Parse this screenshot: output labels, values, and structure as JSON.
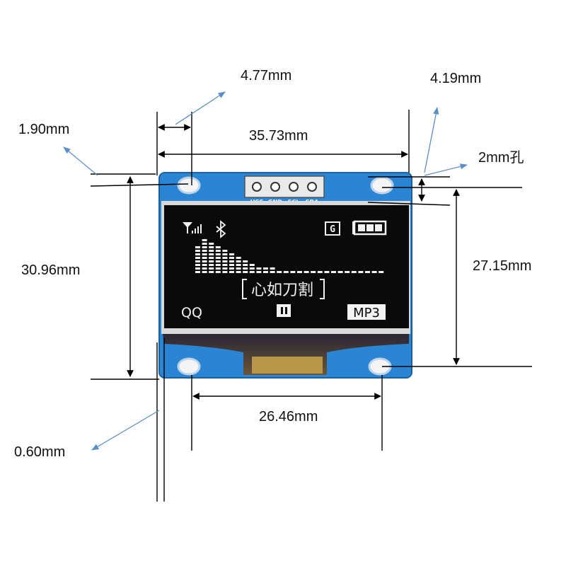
{
  "dimensions": {
    "hole_offset_x": "4.77mm",
    "hole_offset_y": "1.90mm",
    "total_width": "35.73mm",
    "hole_offset_right": "4.19mm",
    "hole_diameter": "2mm孔",
    "total_height": "30.96mm",
    "hole_spacing_v": "27.15mm",
    "hole_spacing_h": "26.46mm",
    "board_edge": "0.60mm"
  },
  "header_pins": [
    "VCC",
    "GND",
    "SCL",
    "SDA"
  ],
  "screen": {
    "center_text": "心如刀割",
    "left_label": "QQ",
    "right_label": "MP3",
    "equalizer_levels": [
      8,
      10,
      9,
      8,
      7,
      6,
      5,
      4,
      3,
      2,
      2,
      2,
      1,
      1,
      1,
      1,
      1,
      1,
      1,
      1,
      1,
      1,
      1,
      1,
      1,
      1,
      1,
      1
    ]
  },
  "icons": [
    "signal-icon",
    "bluetooth-icon",
    "g-icon",
    "battery-icon",
    "pause-icon"
  ],
  "colors": {
    "pcb": "#2a86d4",
    "screen": "#0a0a0a",
    "pixel": "#f2f2f2",
    "arrow": "#5b8fc7",
    "line": "#000000"
  }
}
